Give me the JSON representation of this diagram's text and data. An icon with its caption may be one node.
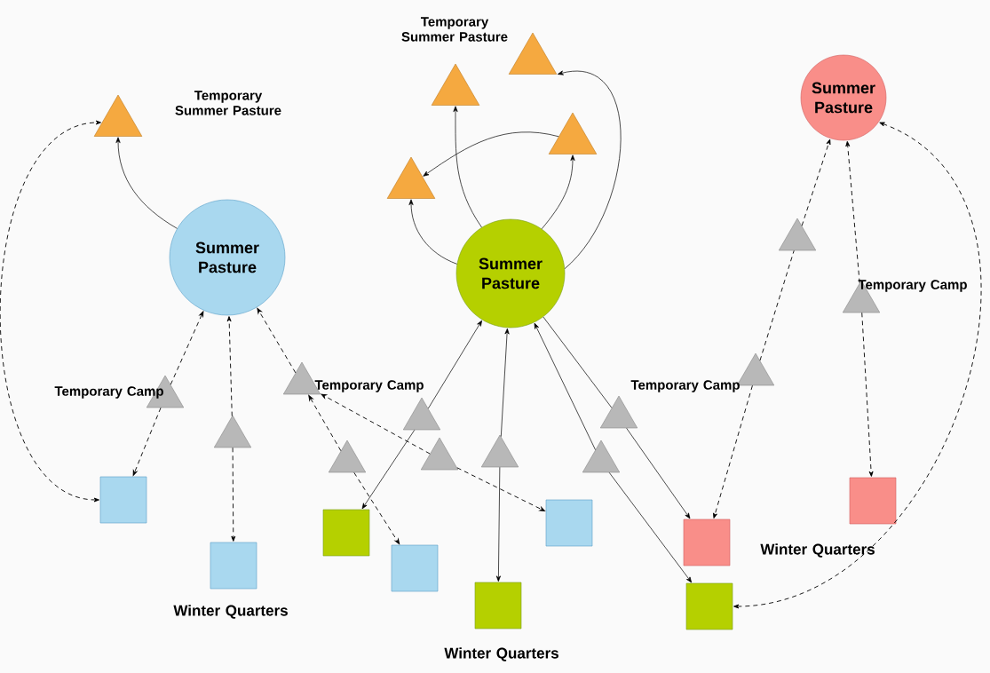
{
  "diagram": {
    "nodes": [
      {
        "text": [
          "Summer Pasture"
        ]
      },
      {
        "text": [
          "Summer Pasture"
        ]
      },
      {
        "text": [
          "Summer Pasture"
        ]
      },
      {
        "text": [],
        "shape": "triangle",
        "beside": [
          "Temporary Summer Pasture"
        ]
      },
      {
        "text": [],
        "shape": "triangle"
      },
      {
        "text": [],
        "shape": "triangle"
      },
      {
        "text": [],
        "shape": "triangle"
      },
      {
        "text": [],
        "shape": "triangle"
      },
      {
        "text": [],
        "shape": "triangle",
        "beside": [
          "Temporary Camp"
        ]
      },
      {
        "text": [],
        "shape": "triangle"
      },
      {
        "text": [],
        "shape": "triangle",
        "beside": [
          "Temporary Camp"
        ]
      },
      {
        "text": [],
        "shape": "triangle"
      },
      {
        "text": [],
        "shape": "triangle"
      },
      {
        "text": [],
        "shape": "triangle"
      },
      {
        "text": [],
        "shape": "triangle"
      },
      {
        "text": [],
        "shape": "triangle"
      },
      {
        "text": [],
        "shape": "triangle"
      },
      {
        "text": [],
        "shape": "triangle",
        "beside": [
          "Temporary Camp"
        ]
      },
      {
        "text": [],
        "shape": "triangle"
      },
      {
        "text": [],
        "shape": "triangle",
        "beside": [
          "Temporary Camp"
        ]
      },
      {
        "text": [],
        "shape": "box"
      },
      {
        "text": [],
        "shape": "box"
      },
      {
        "text": [],
        "shape": "box"
      },
      {
        "text": [],
        "shape": "box"
      },
      {
        "text": [],
        "shape": "box"
      },
      {
        "text": [],
        "shape": "box"
      },
      {
        "text": [],
        "shape": "box"
      },
      {
        "text": [],
        "shape": "box"
      },
      {
        "text": [],
        "shape": "box"
      }
    ],
    "edges": [
      {
        "from": 0,
        "to": 3,
        "arrow": "to"
      },
      {
        "from": 1,
        "to": 7,
        "arrow": "to"
      },
      {
        "from": 1,
        "to": 4,
        "arrow": "to"
      },
      {
        "from": 1,
        "to": 6,
        "arrow": "to"
      },
      {
        "from": 1,
        "to": 5,
        "arrow": "to"
      },
      {
        "from": 6,
        "to": 7,
        "arrow": "to"
      },
      {
        "from": 8,
        "to": 0,
        "arrow": "to",
        "style": "dashed"
      },
      {
        "from": 8,
        "to": 20,
        "arrow": "to",
        "style": "dashed"
      },
      {
        "from": 9,
        "to": 0,
        "arrow": "to",
        "style": "dashed"
      },
      {
        "from": 9,
        "to": 21,
        "arrow": "to",
        "style": "dashed"
      },
      {
        "from": 10,
        "to": 0,
        "arrow": "to",
        "style": "dashed"
      },
      {
        "from": 11,
        "to": 10,
        "arrow": "to",
        "style": "dashed"
      },
      {
        "from": 11,
        "to": 23,
        "arrow": "to",
        "style": "dashed"
      },
      {
        "from": 13,
        "to": 10,
        "arrow": "to",
        "style": "dashed"
      },
      {
        "from": 13,
        "to": 24,
        "arrow": "to",
        "style": "dashed"
      },
      {
        "from": 12,
        "to": 1,
        "arrow": "to"
      },
      {
        "from": 12,
        "to": 22,
        "arrow": "to"
      },
      {
        "from": 14,
        "to": 1,
        "arrow": "to"
      },
      {
        "from": 14,
        "to": 25,
        "arrow": "to"
      },
      {
        "from": 16,
        "to": 1,
        "arrow": "to"
      },
      {
        "from": 16,
        "to": 27,
        "arrow": "to"
      },
      {
        "from": 1,
        "to": 15,
        "arrow": "none"
      },
      {
        "from": 15,
        "to": 26,
        "arrow": "to"
      },
      {
        "from": 17,
        "to": 18,
        "arrow": "none",
        "style": "dashed"
      },
      {
        "from": 18,
        "to": 2,
        "arrow": "to",
        "style": "dashed"
      },
      {
        "from": 17,
        "to": 26,
        "arrow": "to",
        "style": "dashed"
      },
      {
        "from": 19,
        "to": 2,
        "arrow": "to",
        "style": "dashed"
      },
      {
        "from": 19,
        "to": 28,
        "arrow": "to",
        "style": "dashed"
      },
      {
        "from": 20,
        "to": 3,
        "arrow": "both",
        "style": "dashed"
      },
      {
        "from": 2,
        "to": 27,
        "arrow": "both",
        "style": "dashed"
      }
    ],
    "labels": [
      "Temporary Summer Pasture",
      "Winter Quarters",
      "Winter Quarters",
      "Winter Quarters"
    ]
  }
}
